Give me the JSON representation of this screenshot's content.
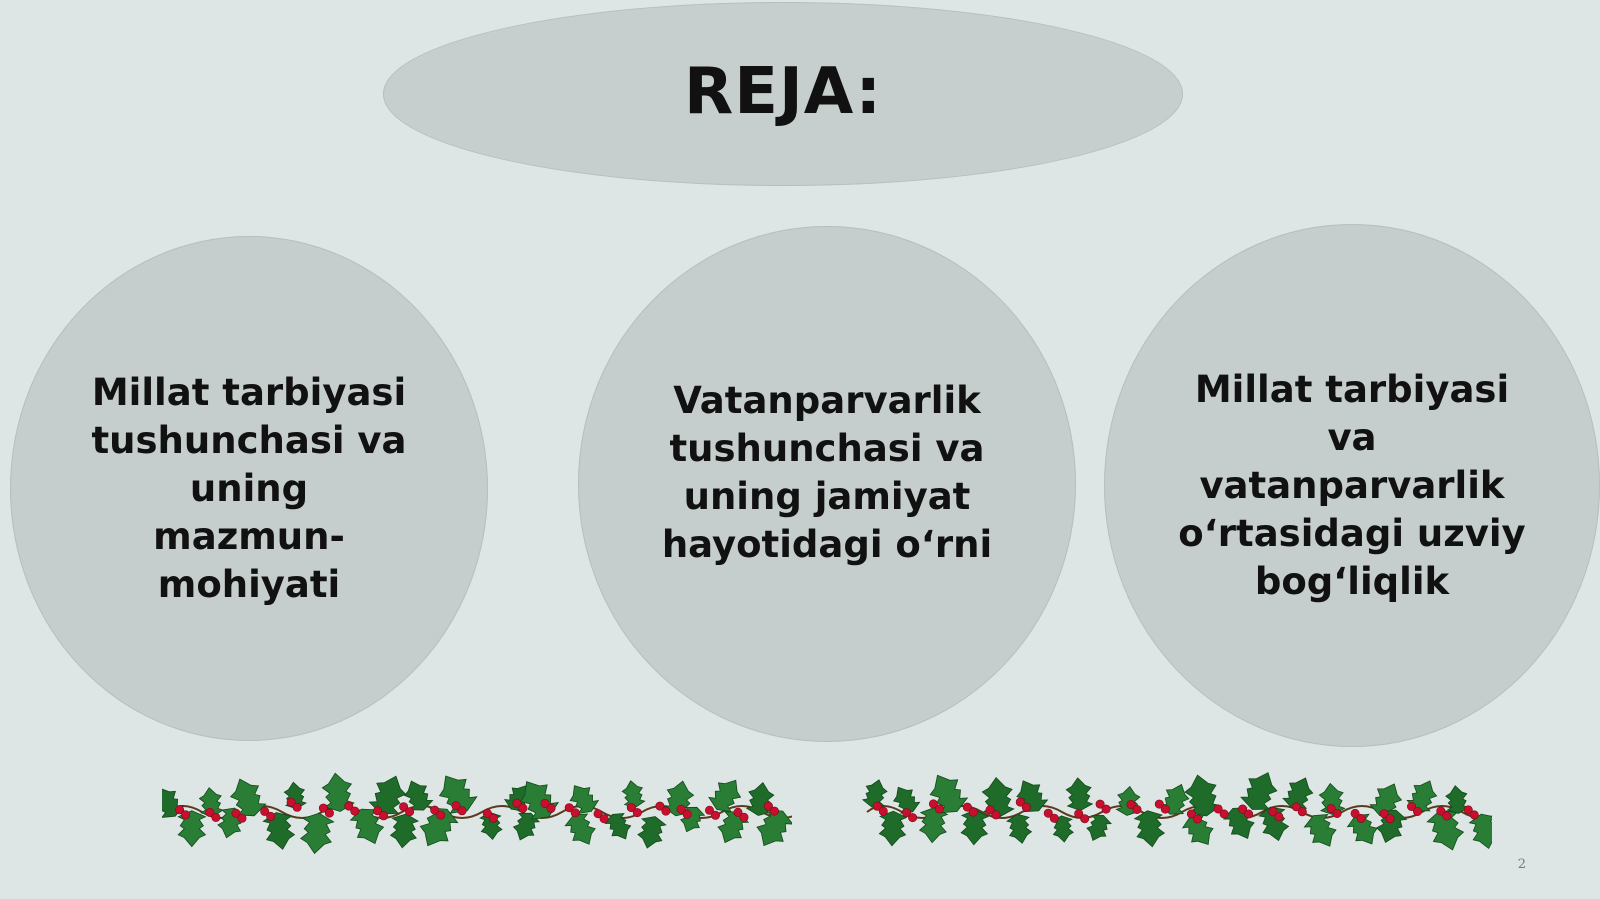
{
  "slide": {
    "title": "REJA:",
    "items": [
      {
        "text": "Millat tarbiyasi\ntushunchasi va\nuning\nmazmun-\nmohiyati"
      },
      {
        "text": "Vatanparvarlik\ntushunchasi va\nuning jamiyat\nhayotidagi o‘rni"
      },
      {
        "text": "Millat tarbiyasi\nva\nvatanparvarlik\no‘rtasidagi uzviy\nbog‘liqlik"
      }
    ],
    "page_number": "2"
  },
  "decoration": {
    "garland_icon": "holly-garland-icon",
    "leaf_color": "#1f6b2a",
    "berry_color": "#c8102e",
    "background_color": "#dee6e5",
    "circle_color": "#c6cecd"
  }
}
